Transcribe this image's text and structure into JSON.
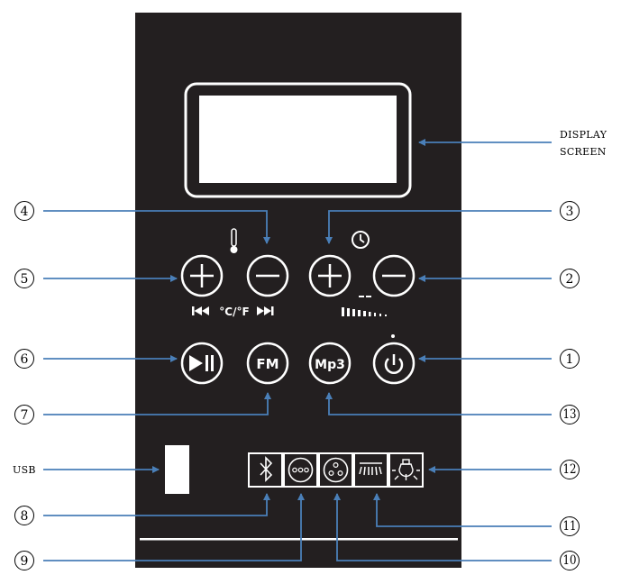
{
  "labels": {
    "display_screen_line1": "DISPLAY",
    "display_screen_line2": "SCREEN",
    "usb": "USB"
  },
  "numbers": [
    "1",
    "2",
    "3",
    "4",
    "5",
    "6",
    "7",
    "8",
    "9",
    "10",
    "11",
    "12",
    "13"
  ],
  "panel": {
    "temp_unit": "°C/°F",
    "fm_label": "FM",
    "mp3_label": "Mp3"
  },
  "colors": {
    "panel": "#231f20",
    "arrow": "#4a7fb8",
    "button_stroke": "#ffffff"
  },
  "icons": {
    "thermometer": "thermometer-icon",
    "clock": "clock-icon",
    "play_pause": "play-pause-icon",
    "power": "power-icon",
    "bluetooth": "bluetooth-icon",
    "speakers": "speaker-icon",
    "fan": "fan-icon",
    "heater": "heater-icon",
    "light": "light-icon"
  }
}
